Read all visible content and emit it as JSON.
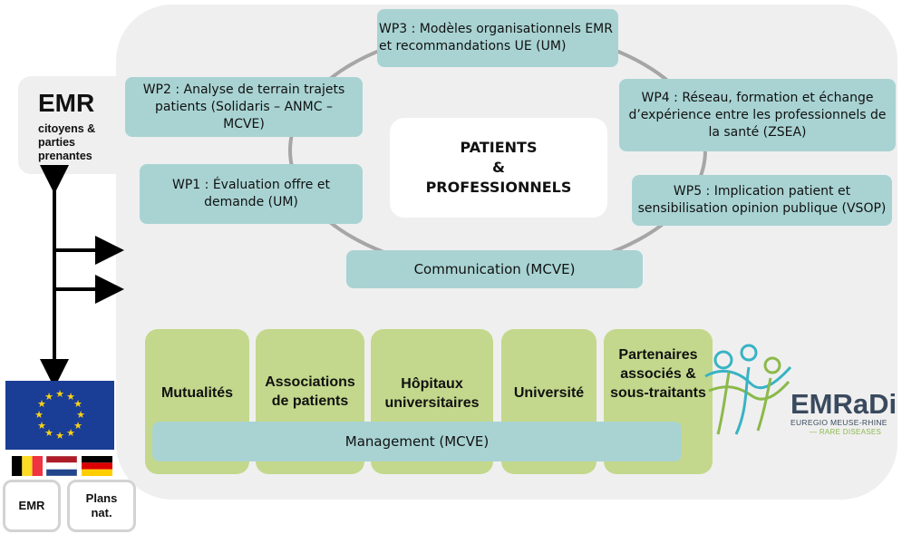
{
  "side": {
    "emr_title": "EMR",
    "emr_subtitle": "citoyens & parties prenantes",
    "bottom_box_1": "EMR",
    "bottom_box_2": "Plans nat."
  },
  "center": {
    "line1": "PATIENTS",
    "line2": "&",
    "line3": "PROFESSIONNELS"
  },
  "work_packages": {
    "wp1": "WP1 : Évaluation offre et demande (UM)",
    "wp2": "WP2 : Analyse de terrain trajets patients (Solidaris – ANMC – MCVE)",
    "wp3": "WP3 : Modèles organisationnels EMR et recommandations UE (UM)",
    "wp4": "WP4 : Réseau, formation et échange d’expérience entre les professionnels de la santé (ZSEA)",
    "wp5": "WP5 : Implication patient et sensibilisation opinion publique (VSOP)"
  },
  "communication": "Communication (MCVE)",
  "management": "Management (MCVE)",
  "partners": [
    "Mutualités",
    "Associations de patients",
    "Hôpitaux universitaires",
    "Université",
    "Partenaires associés & sous-traitants"
  ],
  "logo": {
    "name": "EMRaDi",
    "line1": "EUREGIO MEUSE-RHINE",
    "line2": "— RARE DISEASES"
  },
  "colors": {
    "teal_box": "#a9d3d3",
    "green_box": "#c3d88c",
    "panel": "#efefef",
    "eu_blue": "#1a3d96",
    "eu_star": "#f7d117"
  },
  "icons": [
    "eu-flag-icon",
    "belgium-flag-icon",
    "netherlands-flag-icon",
    "germany-flag-icon",
    "emradi-logo-icon"
  ]
}
